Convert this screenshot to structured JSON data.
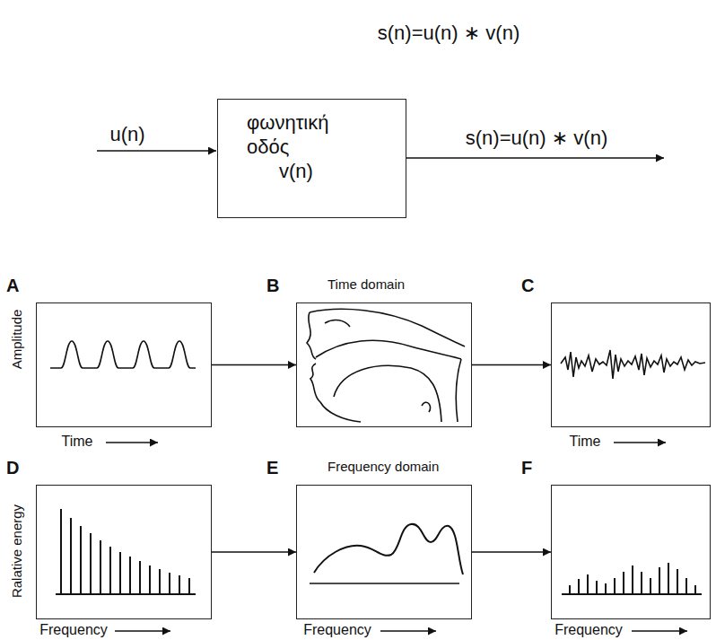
{
  "diagram": {
    "title": "s(n)=u(n) ∗ v(n)",
    "nodes": [
      {
        "text": [
          "φωνητική οδός",
          "v(n)"
        ]
      },
      {
        "text": [
          "A"
        ]
      },
      {
        "text": [
          "B",
          "Time domain"
        ]
      },
      {
        "text": [
          "C"
        ]
      },
      {
        "text": [
          "D"
        ]
      },
      {
        "text": [
          "E",
          "Frequency domain"
        ]
      },
      {
        "text": [
          "F"
        ]
      }
    ],
    "edges": [
      {
        "from": 1,
        "to": 2,
        "arrow": "to"
      },
      {
        "from": 2,
        "to": 3,
        "arrow": "to"
      },
      {
        "from": 4,
        "to": 5,
        "arrow": "to"
      },
      {
        "from": 5,
        "to": 6,
        "arrow": "to"
      }
    ],
    "labels": [
      "u(n)",
      "s(n)=u(n) ∗ v(n)",
      "Amplitude",
      "Time",
      "Time",
      "Ralative energy",
      "Frequency",
      "Frequency",
      "Frequency"
    ]
  }
}
